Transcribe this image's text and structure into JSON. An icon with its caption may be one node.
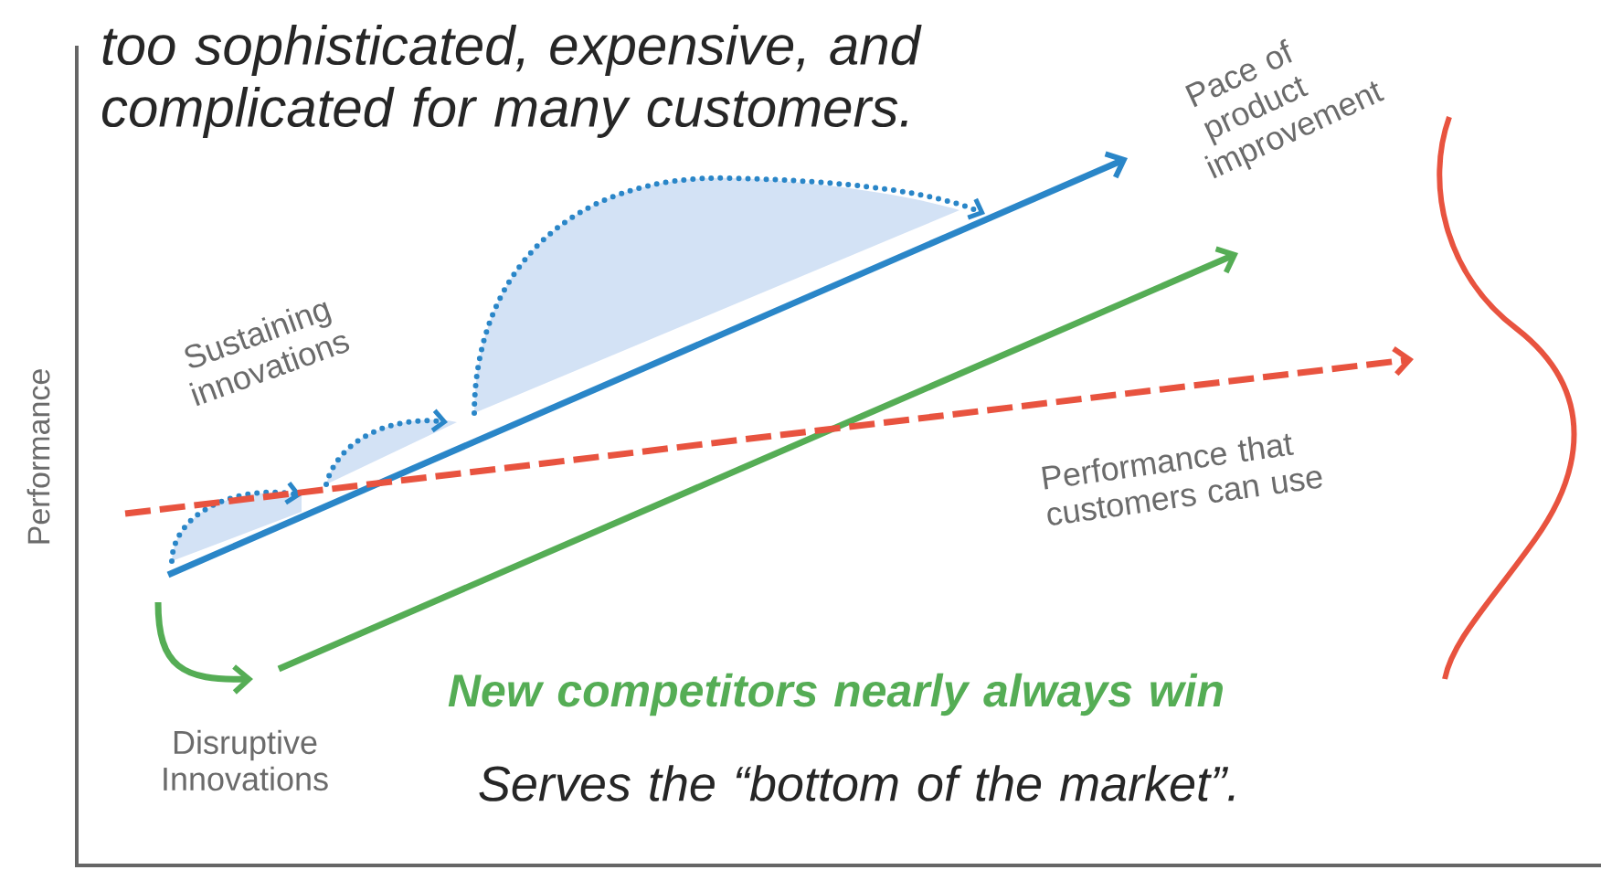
{
  "diagram": {
    "labels": [
      "too sophisticated, expensive, and complicated for many customers.",
      "Pace of product improvement",
      "Sustaining innovations",
      "Performance",
      "Performance that customers can use",
      "New competitors nearly always win",
      "Disruptive Innovations",
      "Serves the “bottom of the market”."
    ]
  }
}
